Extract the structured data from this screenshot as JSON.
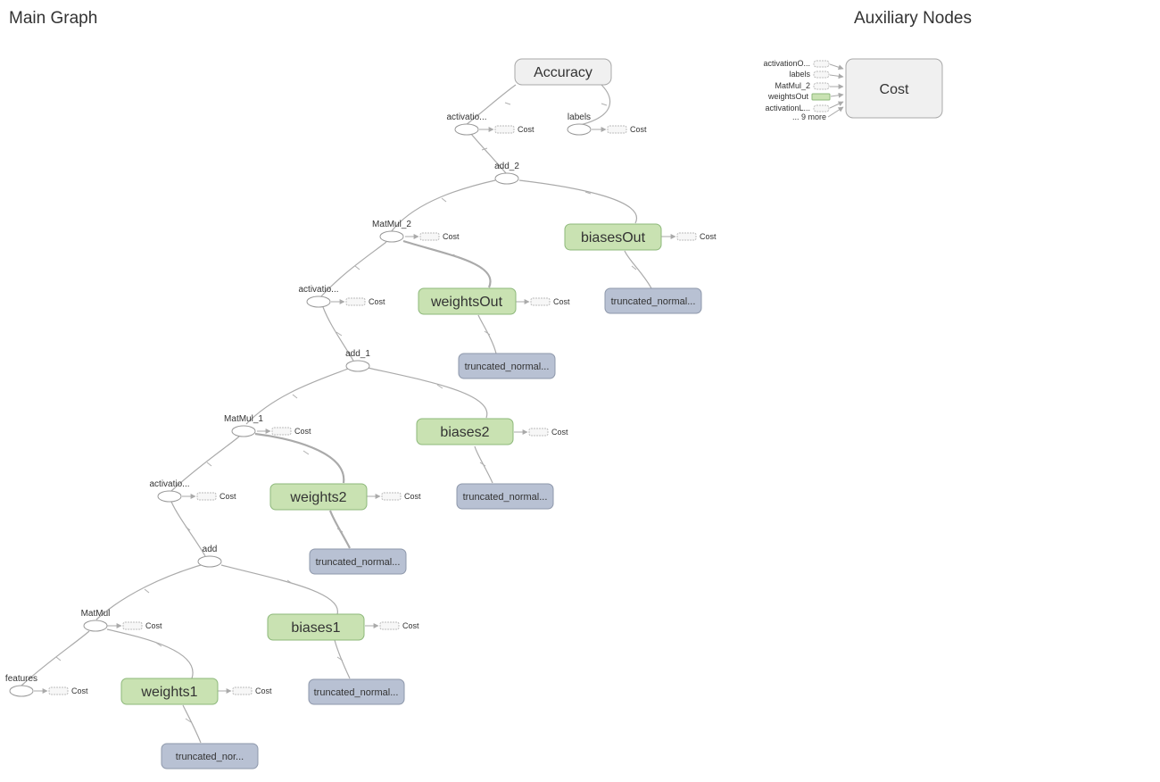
{
  "headings": {
    "main_graph": "Main Graph",
    "auxiliary_nodes": "Auxiliary Nodes"
  },
  "colors": {
    "variable_fill": "#c9e2b2",
    "variable_stroke": "#8db87a",
    "init_fill": "#b8c1d3",
    "init_stroke": "#8e98ab",
    "summary_fill": "#f0f0f0",
    "summary_stroke": "#a8a8a8",
    "edge": "#aaaaaa"
  },
  "cost_label": "Cost",
  "nodes": {
    "accuracy": "Accuracy",
    "activation_top": "activatio...",
    "labels": "labels",
    "add_2": "add_2",
    "matmul_2": "MatMul_2",
    "biases_out": "biasesOut",
    "activation_mid": "activatio...",
    "weights_out": "weightsOut",
    "truncated_biases_out": "truncated_normal...",
    "add_1": "add_1",
    "truncated_weights_out": "truncated_normal...",
    "matmul_1": "MatMul_1",
    "biases2": "biases2",
    "activation_low": "activatio...",
    "weights2": "weights2",
    "truncated_biases2": "truncated_normal...",
    "add": "add",
    "truncated_weights2": "truncated_normal...",
    "matmul": "MatMul",
    "biases1": "biases1",
    "features": "features",
    "weights1": "weights1",
    "truncated_biases1": "truncated_normal...",
    "truncated_weights1": "truncated_nor..."
  },
  "auxiliary": {
    "cost_node": "Cost",
    "inputs": [
      "activationO...",
      "labels",
      "MatMul_2",
      "weightsOut",
      "activationL..."
    ],
    "more": "... 9 more"
  }
}
